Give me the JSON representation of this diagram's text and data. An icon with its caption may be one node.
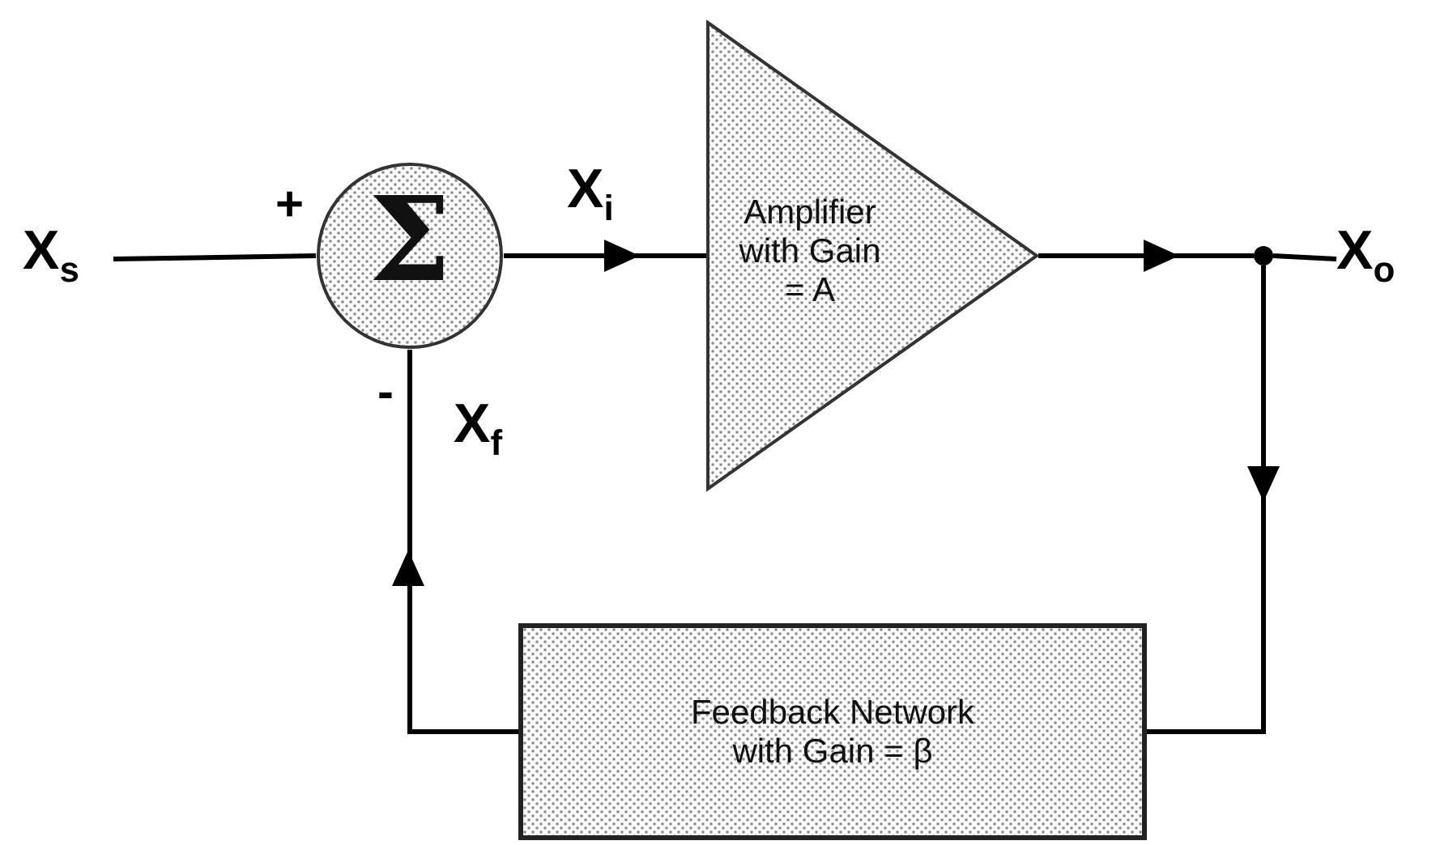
{
  "diagram": {
    "nodes": [
      {
        "text": [
          "X$_{s}$"
        ]
      },
      {
        "text": [
          "Σ"
        ]
      },
      {
        "text": [
          "Amplifier with Gain = A"
        ]
      },
      {
        "text": [],
        "shape": "circle"
      },
      {
        "text": [
          "X$_{o}$"
        ]
      },
      {
        "text": [
          "Feedback Network with Gain = β"
        ]
      }
    ],
    "edges": [
      {
        "from": 0,
        "to": 1,
        "arrow": "none"
      },
      {
        "from": 1,
        "to": 2,
        "arrow": "to",
        "label": "X$_{i}$"
      },
      {
        "from": 2,
        "to": 3,
        "arrow": "to"
      },
      {
        "from": 3,
        "to": 4,
        "arrow": "none"
      },
      {
        "from": 3,
        "to": 5,
        "arrow": "to"
      },
      {
        "from": 5,
        "to": 1,
        "arrow": "to",
        "label": "X$_{f}$"
      }
    ],
    "labels": [
      "+",
      "-"
    ]
  }
}
